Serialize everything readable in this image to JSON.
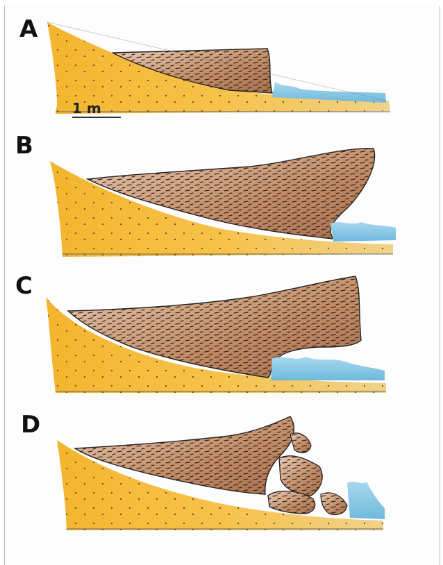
{
  "panels": [
    {
      "label": "A"
    },
    {
      "label": "B"
    },
    {
      "label": "C"
    },
    {
      "label": "D"
    }
  ],
  "scale_bar": {
    "label": "1 m"
  },
  "colors": {
    "sediment": "#f2b233",
    "sediment_light": "#f9cf6b",
    "soil": "#b27a55",
    "soil_light": "#e2c2a9",
    "water": "#86c7e6",
    "outline": "#222222"
  }
}
